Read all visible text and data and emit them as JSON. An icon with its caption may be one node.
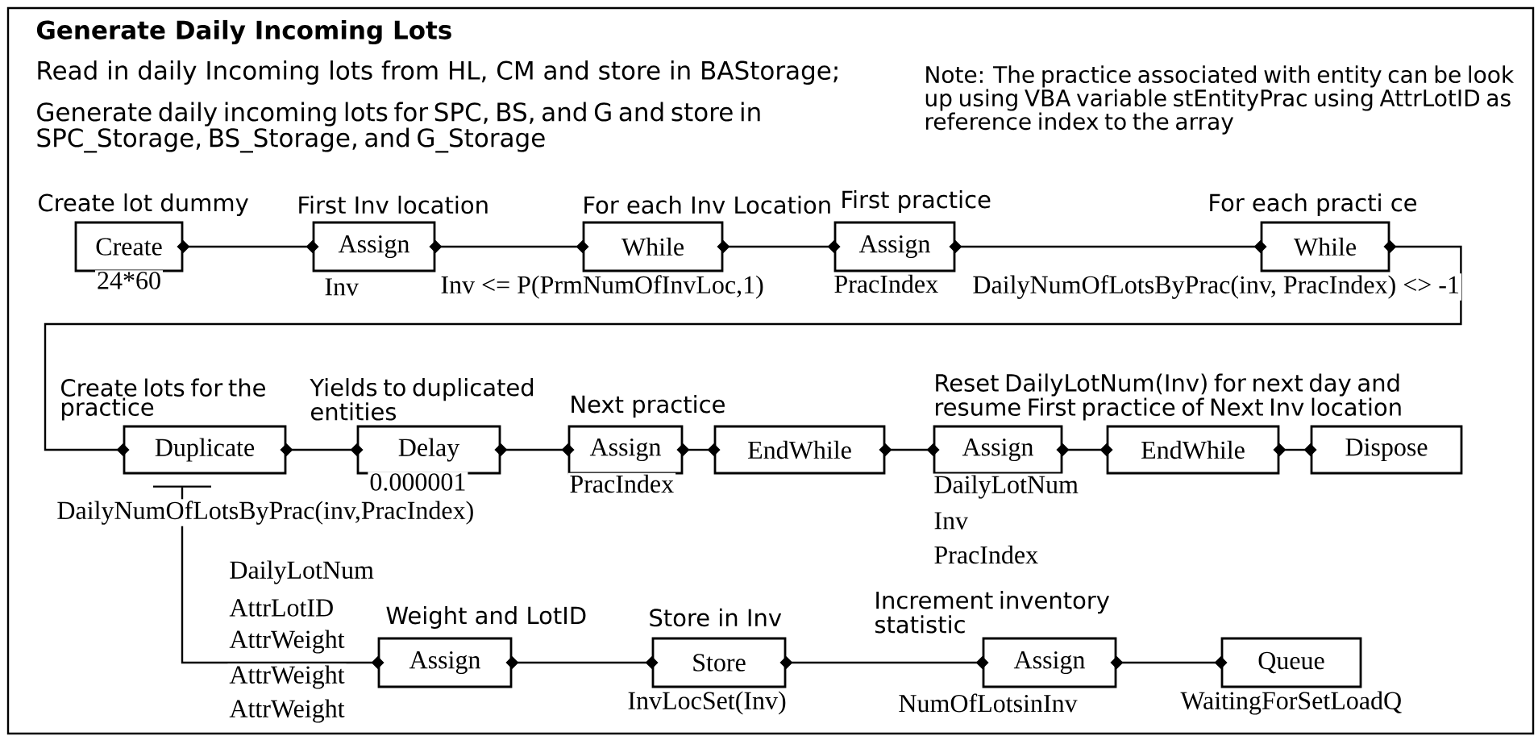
{
  "diagram": {
    "title": "Generate Daily Incoming Lots",
    "nodes": [
      {
        "text": [
          "Create"
        ],
        "beside": [
          "Create lot dummy",
          "24*60"
        ]
      },
      {
        "text": [
          "Assign"
        ],
        "beside": [
          "First Inv location",
          "Inv"
        ]
      },
      {
        "text": [
          "While"
        ],
        "beside": [
          "For each Inv Location",
          "Inv <= P(PrmNumOfInvLoc,1)"
        ]
      },
      {
        "text": [
          "Assign"
        ],
        "beside": [
          "First practice",
          "PracIndex"
        ]
      },
      {
        "text": [
          "While"
        ],
        "beside": [
          "For each practi ce",
          "DailyNumOfLotsByPrac(inv, PracIndex) <> -1"
        ]
      },
      {
        "text": [
          "Duplicate"
        ],
        "beside": [
          "Create lots for the practice",
          "DailyNumOfLotsByPrac(inv,PracIndex)"
        ]
      },
      {
        "text": [
          "Delay"
        ],
        "beside": [
          "Yields to duplicated entities",
          "0.000001"
        ]
      },
      {
        "text": [
          "Assign"
        ],
        "beside": [
          "Next practice",
          "PracIndex"
        ]
      },
      {
        "text": [
          "EndWhile"
        ]
      },
      {
        "text": [
          "Assign"
        ],
        "beside": [
          "Reset DailyLotNum(Inv) for next day and resume First practice of Next Inv location",
          "DailyLotNum",
          "Inv",
          "PracIndex"
        ]
      },
      {
        "text": [
          "EndWhile"
        ]
      },
      {
        "text": [
          "Dispose"
        ]
      },
      {
        "text": [
          "Assign"
        ],
        "beside": [
          "Weight and LotID",
          "DailyLotNum",
          "AttrLotID",
          "AttrWeight",
          "AttrWeight",
          "AttrWeight"
        ]
      },
      {
        "text": [
          "Store"
        ],
        "beside": [
          "Store in Inv",
          "InvLocSet(Inv)"
        ]
      },
      {
        "text": [
          "Assign"
        ],
        "beside": [
          "Increment inventory statistic",
          "NumOfLotsinInv"
        ]
      },
      {
        "text": [
          "Queue"
        ],
        "beside": [
          "WaitingForSetLoadQ"
        ]
      }
    ],
    "edges": [
      {
        "from": 0,
        "to": 1,
        "arrow": "other"
      },
      {
        "from": 1,
        "to": 2,
        "arrow": "other"
      },
      {
        "from": 2,
        "to": 3,
        "arrow": "other"
      },
      {
        "from": 3,
        "to": 4,
        "arrow": "other"
      },
      {
        "from": 4,
        "to": 5,
        "arrow": "other"
      },
      {
        "from": 5,
        "to": 6,
        "arrow": "other"
      },
      {
        "from": 6,
        "to": 7,
        "arrow": "other"
      },
      {
        "from": 7,
        "to": 8,
        "arrow": "other"
      },
      {
        "from": 8,
        "to": 9,
        "arrow": "other"
      },
      {
        "from": 9,
        "to": 10,
        "arrow": "other"
      },
      {
        "from": 10,
        "to": 11,
        "arrow": "other"
      },
      {
        "from": 5,
        "to": 12,
        "arrow": "other"
      },
      {
        "from": 12,
        "to": 13,
        "arrow": "other"
      },
      {
        "from": 13,
        "to": 14,
        "arrow": "other"
      },
      {
        "from": 14,
        "to": 15,
        "arrow": "other"
      }
    ],
    "labels": [
      "Read in daily Incoming lots from HL, CM and store in BAStorage;",
      "Generate daily incoming lots for SPC, BS, and G and store in SPC_Storage, BS_Storage, and G_Storage",
      "Note: The practice associated with entity can be look up using VBA variable stEntityPrac using AttrLotID as reference index to the array"
    ]
  }
}
